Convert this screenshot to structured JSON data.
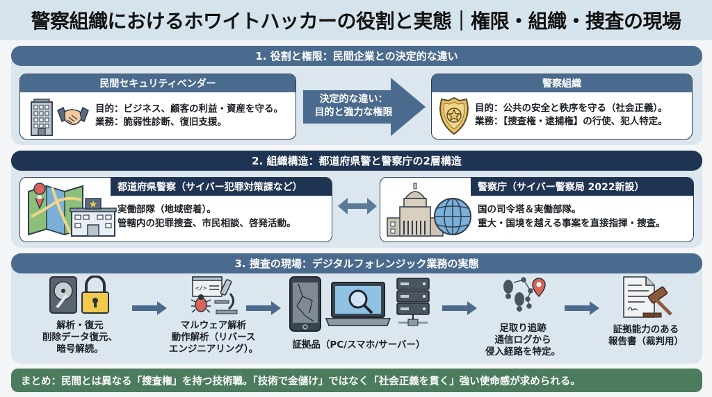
{
  "title": "警察組織におけるホワイトハッカーの役割と実態｜権限・組織・捜査の現場",
  "section1": {
    "heading": "1. 役割と権限：民間企業との決定的な違い",
    "private": {
      "title": "民間セキュリティベンダー",
      "line1": "目的：ビジネス、顧客の利益・資産を守る。",
      "line2": "業務：脆弱性診断、復旧支援。",
      "icons": [
        "office-building-icon",
        "handshake-icon"
      ]
    },
    "arrow_line1": "決定的な違い：",
    "arrow_line2": "目的と強力な権限",
    "police": {
      "title": "警察組織",
      "line1": "目的：公共の安全と秩序を守る（社会正義）。",
      "line2": "業務：【捜査権・逮捕権】の行使、犯人特定。",
      "icons": [
        "police-badge-icon"
      ]
    }
  },
  "section2": {
    "heading": "2. 組織構造：都道府県警と警察庁の2層構造",
    "prefectural": {
      "title": "都道府県警察（サイバー犯罪対策課など）",
      "line1": "実働部隊（地域密着）。",
      "line2": "管轄内の犯罪捜査、市民相談、啓発活動。",
      "icons": [
        "map-icon",
        "police-station-icon"
      ]
    },
    "npa": {
      "title": "警察庁（サイバー警察局 2022新設）",
      "line1": "国の司令塔＆実働部隊。",
      "line2": "重大・国境を越える事案を直接指揮・捜査。",
      "icons": [
        "diet-building-icon",
        "globe-icon"
      ]
    }
  },
  "section3": {
    "heading": "3. 捜査の現場：デジタルフォレンジック業務の実態",
    "steps": [
      {
        "lines": [
          "解析・復元",
          "削除データ復元、",
          "暗号解読。"
        ],
        "icons": [
          "hard-drive-icon",
          "padlock-icon"
        ]
      },
      {
        "lines": [
          "マルウェア解析",
          "動作解析（リバース",
          "エンジニアリング）。"
        ],
        "icons": [
          "code-window-icon",
          "bug-icon",
          "microscope-icon"
        ]
      },
      {
        "lines": [
          "証拠品（PC/スマホ/サーバー）"
        ],
        "icons": [
          "broken-smartphone-icon",
          "laptop-magnifier-icon",
          "server-rack-icon"
        ]
      },
      {
        "lines": [
          "足取り追跡",
          "通信ログから",
          "侵入経路を特定。"
        ],
        "icons": [
          "footprints-icon",
          "network-path-icon",
          "location-pin-icon"
        ]
      },
      {
        "lines": [
          "証拠能力のある",
          "報告書（裁判用）"
        ],
        "icons": [
          "document-icon",
          "gavel-icon"
        ]
      }
    ]
  },
  "summary": "まとめ：民間とは異なる「捜査権」を持つ技術職。「技術で金儲け」ではなく「社会正義を貫く」強い使命感が求められる。",
  "colors": {
    "header_blue": "#4b6b8e",
    "header_navy": "#1f3352",
    "summary_green": "#4c7c5e",
    "panel_bg": "#dbe6ee"
  }
}
